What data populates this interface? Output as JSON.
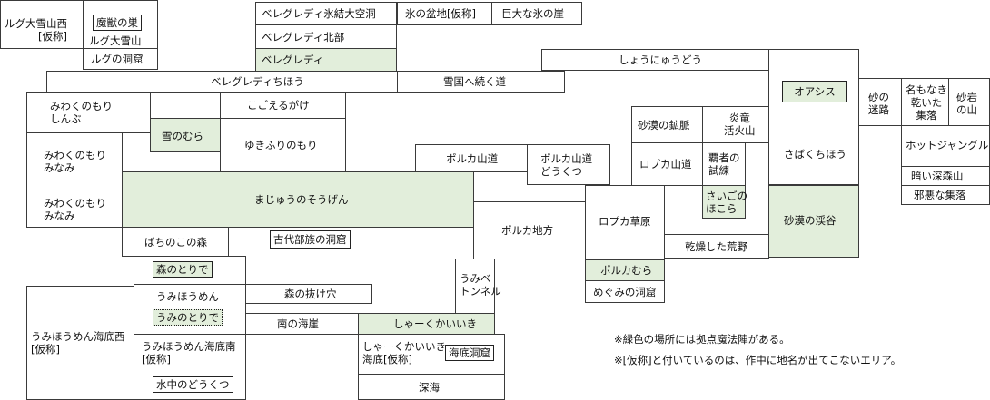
{
  "colors": {
    "green": "#e2eedb",
    "border": "#3a3a3a"
  },
  "regions": {
    "rug_west": "ルグ大雪山西\n[仮称]",
    "demon_nest": "魔獣の巣",
    "rug_mountain": "ルグ大雪山",
    "rug_cave": "ルグの洞窟",
    "beleg_ice_cave": "ベレグレディ氷結大空洞",
    "ice_basin": "氷の盆地[仮称]",
    "ice_cliff": "巨大な氷の崖",
    "beleg_north": "ベレグレディ北部",
    "beleg": "ベレグレディ",
    "beleg_region": "ベレグレディちほう",
    "snow_road": "雪国へ続く道",
    "shounyuudou": "しょうにゅうどう",
    "oasis": "オアシス",
    "sand_maze": "砂の\n迷路",
    "dried_village": "名もなき\n乾いた\n集落",
    "sand_rock": "砂岩\nの山",
    "hot_jungle": "ホットジャングル",
    "dark_forest_mt": "暗い深森山",
    "evil_village": "邪悪な集落",
    "miwaku_depths": "みわくのもり\nしんぶ",
    "kogoeru": "こごえるがけ",
    "snow_village": "雪のむら",
    "snowfall_forest": "ゆきふりのもり",
    "miwaku_south_1": "みわくのもり\nみなみ",
    "miwaku_south_2": "みわくのもり\nみなみ",
    "desert_vein": "砂漠の鉱脈",
    "volcano": "炎竜\n活火山",
    "desert_region": "さばくちほう",
    "porca_road": "ポルカ山道",
    "porca_cave": "ポルカ山道\nどうくつ",
    "ropuka_road": "ロプカ山道",
    "trial": "覇者の\n試練",
    "last_shrine": "さいごの\nほこら",
    "grassland": "まじゅうのそうげん",
    "canyon": "砂漠の渓谷",
    "porca_region": "ポルカ地方",
    "ropuka_plain": "ロプカ草原",
    "barren": "乾燥した荒野",
    "bachi_forest": "ばちのこの森",
    "ancient_cave": "古代部族の洞窟",
    "forest_edge": "森のとりで",
    "umibe_tunnel": "うみべ\nトンネル",
    "porca_village": "ポルカむら",
    "megumi_cave": "めぐみの洞窟",
    "umihou": "うみほうめん",
    "forest_hole": "森の抜け穴",
    "sea_fort": "うみのとりで",
    "south_sea": "南の海崖",
    "shark": "しゃーくかいいき",
    "umihou_west": "うみほうめん海底西\n[仮称]",
    "umihou_south": "うみほうめん海底南\n[仮称]",
    "underwater_cave": "水中のどうくつ",
    "shark_floor": "しゃーくかいいき\n海底[仮称]",
    "seabed_cave": "海底洞窟",
    "deep_sea": "深海"
  },
  "notes": {
    "green_note": "※緑色の場所には拠点魔法陣がある。",
    "tentative_note": "※[仮称]と付いているのは、作中に地名が出てこないエリア。"
  }
}
